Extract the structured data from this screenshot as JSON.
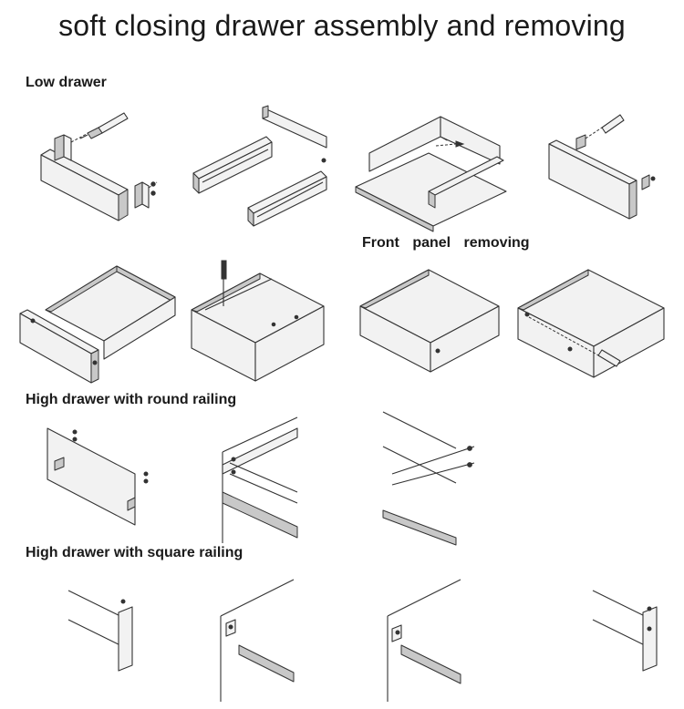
{
  "title": "soft closing drawer assembly and removing",
  "sections": {
    "low_drawer": "Low drawer",
    "front_panel_removing": "Front panel removing",
    "high_round": "High drawer with round railing",
    "high_square": "High drawer with square railing"
  },
  "colors": {
    "text": "#1a1a1a",
    "line": "#333333",
    "panel_fill": "#f2f2f2",
    "shade": "#c8c8c8"
  }
}
